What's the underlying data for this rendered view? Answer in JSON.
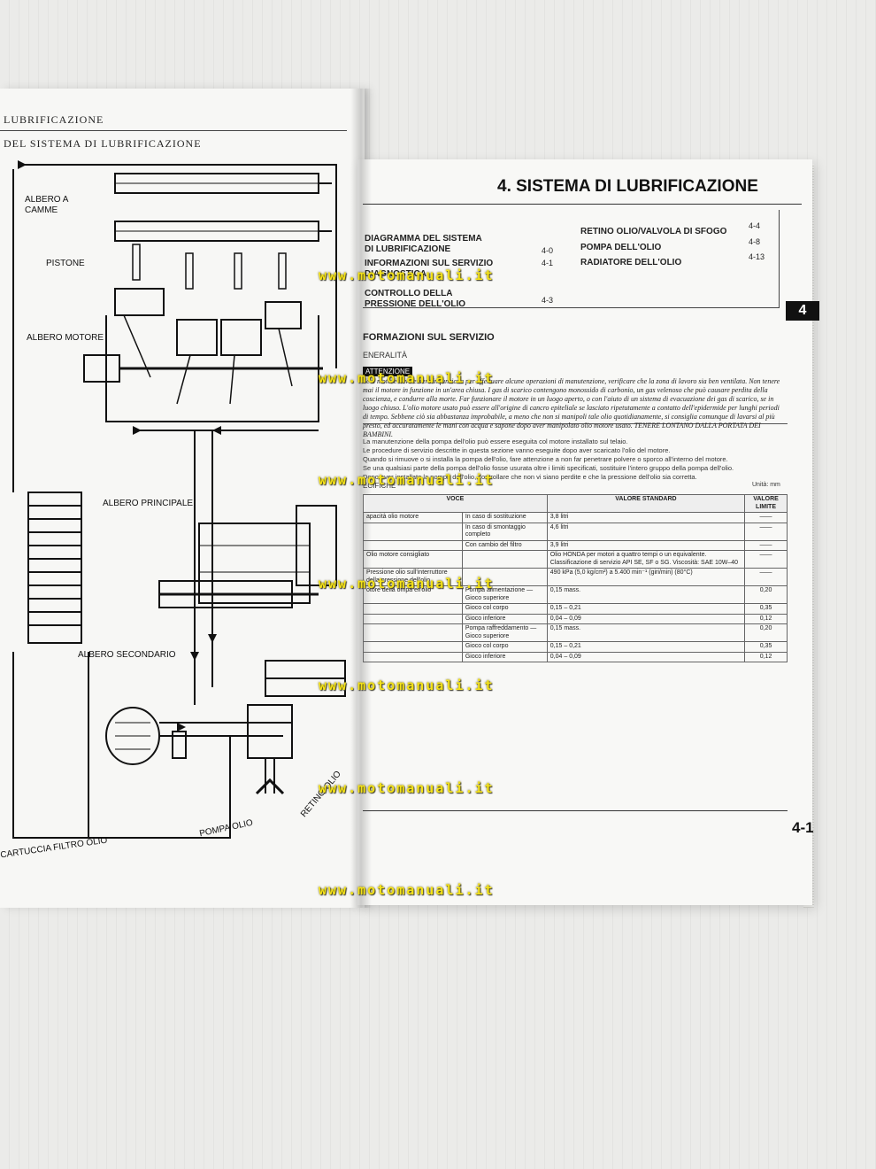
{
  "left_page": {
    "header": "LUBRIFICAZIONE",
    "subheader": "DEL SISTEMA DI LUBRIFICAZIONE",
    "labels": {
      "camshaft": "ALBERO A\nCAMME",
      "piston": "PISTONE",
      "crankshaft": "ALBERO MOTORE",
      "mainshaft": "ALBERO PRINCIPALE",
      "countershaft": "ALBERO SECONDARIO",
      "oil_pump": "POMPA OLIO",
      "oil_strainer": "RETINO OLIO",
      "oil_filter": "CARTUCCIA FILTRO OLIO"
    }
  },
  "right_page": {
    "chapter_title": "4. SISTEMA DI LUBRIFICAZIONE",
    "toc": [
      {
        "label": "DIAGRAMMA DEL SISTEMA DI LUBRIFICAZIONE",
        "page": "4-0"
      },
      {
        "label": "INFORMAZIONI SUL SERVIZIO",
        "page": "4-1"
      },
      {
        "label": "DIAGNOSTICA",
        "page": ""
      },
      {
        "label": "CONTROLLO DELLA PRESSIONE DELL'OLIO",
        "page": "4-3"
      },
      {
        "label": "RETINO OLIO/VALVOLA DI SFOGO",
        "page": "4-4"
      },
      {
        "label": "POMPA DELL'OLIO",
        "page": "4-8"
      },
      {
        "label": "RADIATORE DELL'OLIO",
        "page": "4-13"
      }
    ],
    "tab": "4",
    "section_title": "FORMAZIONI SUL SERVIZIO",
    "section_sub": "ENERALITÀ",
    "warning_tag": "ATTENZIONE",
    "warning_text": "Se il motore deve essere in funzione per effettuare alcune operazioni di manutenzione, verificare che la zona di lavoro sia ben ventilata. Non tenere mai il motore in funzione in un'area chiusa. I gas di scarico contengono monossido di carbonio, un gas velenoso che può causare perdita della coscienza, e condurre alla morte. Far funzionare il motore in un luogo aperto, o con l'aiuto di un sistema di evacuazione dei gas di scarico, se in luogo chiuso. L'olio motore usato può essere all'origine di cancro epiteliale se lasciato ripetutamente a contatto dell'epidermide per lunghi periodi di tempo. Sebbene ciò sia abbastanza improbabile, a meno che non si manipoli tale olio quotidianamente, si consiglia comunque di lavarsi al più presto, ed accuratamente le mani con acqua e sapone dopo aver manipolato olio motore usato. TENERE LONTANO DALLA PORTATA DEI BAMBINI.",
    "paragraphs": [
      "La manutenzione della pompa dell'olio può essere eseguita col motore installato sul telaio.",
      "Le procedure di servizio descritte in questa sezione vanno eseguite dopo aver scaricato l'olio del motore.",
      "Quando si rimuove o si installa la pompa dell'olio, fare attenzione a non far penetrare polvere o sporco all'interno del motore.",
      "Se una qualsiasi parte della pompa dell'olio fosse usurata oltre i limiti specificati, sostituire l'intero gruppo della pompa dell'olio.",
      "Dopo aver installato la pompa dell'olio, controllare che non vi siano perdite e che la pressione dell'olio sia corretta."
    ],
    "spec_label": "ECIFICHE",
    "unit_label": "Unità: mm",
    "table": {
      "headers": [
        "VOCE",
        "VALORE STANDARD",
        "VALORE LIMITE"
      ],
      "rows": [
        [
          "apacità olio motore",
          "In caso di sostituzione",
          "3,8 litri",
          "——"
        ],
        [
          "",
          "In caso di smontaggio completo",
          "4,6 litri",
          "——"
        ],
        [
          "",
          "Con cambio del filtro",
          "3,9 litri",
          "——"
        ],
        [
          "Olio motore consigliato",
          "",
          "Olio HONDA per motori a quattro tempi o un equivalente. Classificazione di servizio API SE, SF o SG. Viscosità: SAE 10W–40",
          "——"
        ],
        [
          "Pressione olio sull'interruttore della pressione dell'olio",
          "",
          "490 kPa (5,0 kg/cm²) a 5.400 min⁻¹ (giri/min) (80°C)",
          "——"
        ],
        [
          "otore della ompa ell'olio",
          "Pompa alimentazione — Gioco superiore",
          "0,15 mass.",
          "0,20"
        ],
        [
          "",
          "Gioco col corpo",
          "0,15 – 0,21",
          "0,35"
        ],
        [
          "",
          "Gioco inferiore",
          "0,04 – 0,09",
          "0,12"
        ],
        [
          "",
          "Pompa raffreddamento — Gioco superiore",
          "0,15 mass.",
          "0,20"
        ],
        [
          "",
          "Gioco col corpo",
          "0,15 – 0,21",
          "0,35"
        ],
        [
          "",
          "Gioco inferiore",
          "0,04 – 0,09",
          "0,12"
        ]
      ]
    },
    "page_number": "4-1"
  },
  "watermark": "www.motomanuali.it"
}
